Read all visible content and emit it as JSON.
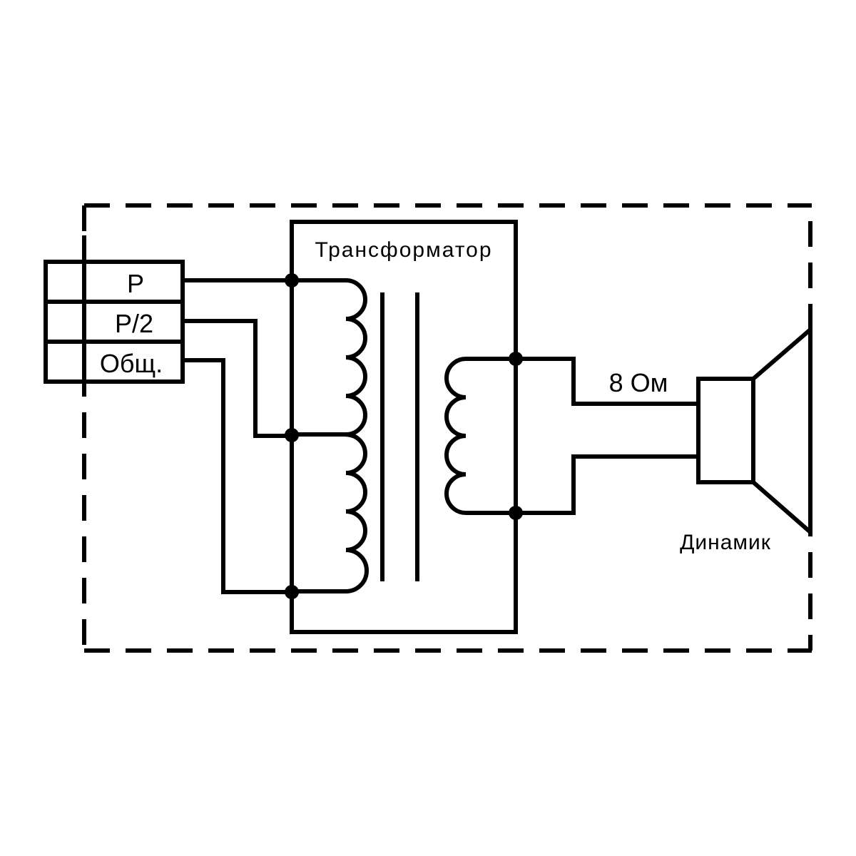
{
  "labels": {
    "terminal_p": "P",
    "terminal_p_half": "P/2",
    "terminal_common": "Общ.",
    "transformer": "Трансформатор",
    "impedance": "8 Ом",
    "speaker": "Динамик"
  },
  "colors": {
    "line": "#000000",
    "background": "#ffffff"
  }
}
